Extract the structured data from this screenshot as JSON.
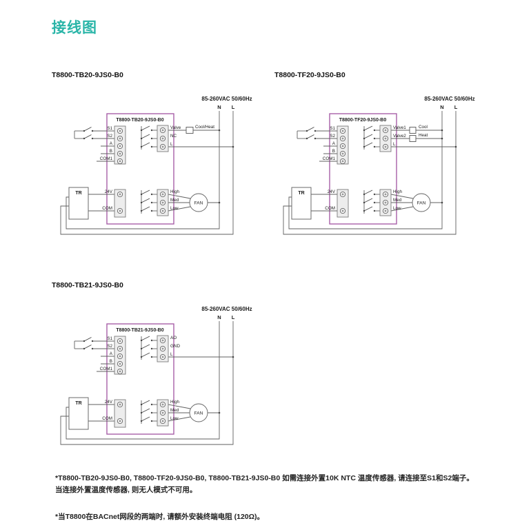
{
  "page": {
    "title": "接线图"
  },
  "notes": {
    "note1": "*T8800-TB20-9JS0-B0, T8800-TF20-9JS0-B0, T8800-TB21-9JS0-B0 如需连接外置10K NTC 温度传感器, 请连接至S1和S2端子。当连接外置温度传感器, 则无人模式不可用。",
    "note2": "*当T8800在BACnet网段的两端时, 请额外安装终端电阻 (120Ω)。"
  },
  "diagrams": {
    "d1": {
      "title": "T8800-TB20-9JS0-B0",
      "inner_title": "T8800-TB20-9JS0-B0",
      "power": "85-260VAC 50/60Hz",
      "n": "N",
      "l": "L",
      "in1": "S1",
      "in2": "S2",
      "in3": "A",
      "in4": "B",
      "in5": "COM1",
      "out1": "Valve",
      "out2": "NC",
      "out3": "L",
      "note1": "Cool/Heat",
      "fan1": "High",
      "fan2": "Med",
      "fan3": "Low",
      "fan": "FAN",
      "tr": "TR",
      "sec1": "24V",
      "sec2": "COM"
    },
    "d2": {
      "title": "T8800-TF20-9JS0-B0",
      "inner_title": "T8800-TF20-9JS0-B0",
      "power": "85-260VAC 50/60Hz",
      "n": "N",
      "l": "L",
      "in1": "S1",
      "in2": "S2",
      "in3": "A",
      "in4": "B",
      "in5": "COM1",
      "out1": "Valve1",
      "out2": "Valve2",
      "out3": "L",
      "note1": "Cool",
      "note2": "Heat",
      "fan1": "High",
      "fan2": "Med",
      "fan3": "Low",
      "fan": "FAN",
      "tr": "TR",
      "sec1": "24V",
      "sec2": "COM"
    },
    "d3": {
      "title": "T8800-TB21-9JS0-B0",
      "inner_title": "T8800-TB21-9JS0-B0",
      "power": "85-260VAC 50/60Hz",
      "n": "N",
      "l": "L",
      "in1": "S1",
      "in2": "S2",
      "in3": "A",
      "in4": "B",
      "in5": "COM1",
      "out1": "AO",
      "out2": "GND",
      "out3": "L",
      "fan1": "High",
      "fan2": "Med",
      "fan3": "Low",
      "fan": "FAN",
      "tr": "TR",
      "sec1": "24V",
      "sec2": "COM"
    }
  }
}
